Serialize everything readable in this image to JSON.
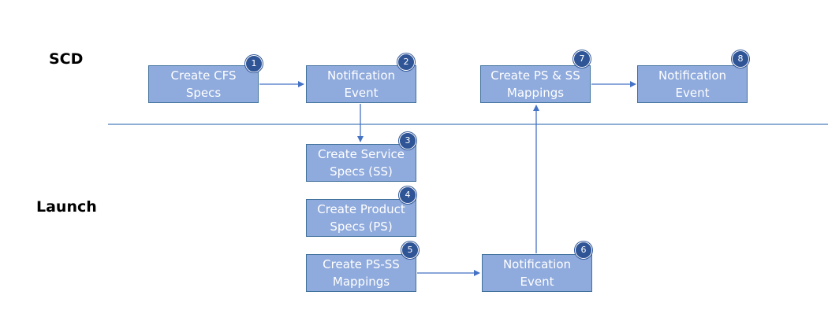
{
  "lanes": {
    "top": "SCD",
    "bottom": "Launch"
  },
  "steps": [
    {
      "number": "1",
      "label": "Create CFS\nSpecs"
    },
    {
      "number": "2",
      "label": "Notification\nEvent"
    },
    {
      "number": "3",
      "label": "Create Service\nSpecs (SS)"
    },
    {
      "number": "4",
      "label": "Create Product\nSpecs (PS)"
    },
    {
      "number": "5",
      "label": "Create PS-SS\nMappings"
    },
    {
      "number": "6",
      "label": "Notification\nEvent"
    },
    {
      "number": "7",
      "label": "Create PS & SS\nMappings"
    },
    {
      "number": "8",
      "label": "Notification\nEvent"
    }
  ],
  "colors": {
    "box_fill": "#8faadc",
    "box_border": "#41719c",
    "badge_fill": "#2f5597",
    "connector": "#4472c4",
    "lane_divider": "#4a7ebb"
  }
}
